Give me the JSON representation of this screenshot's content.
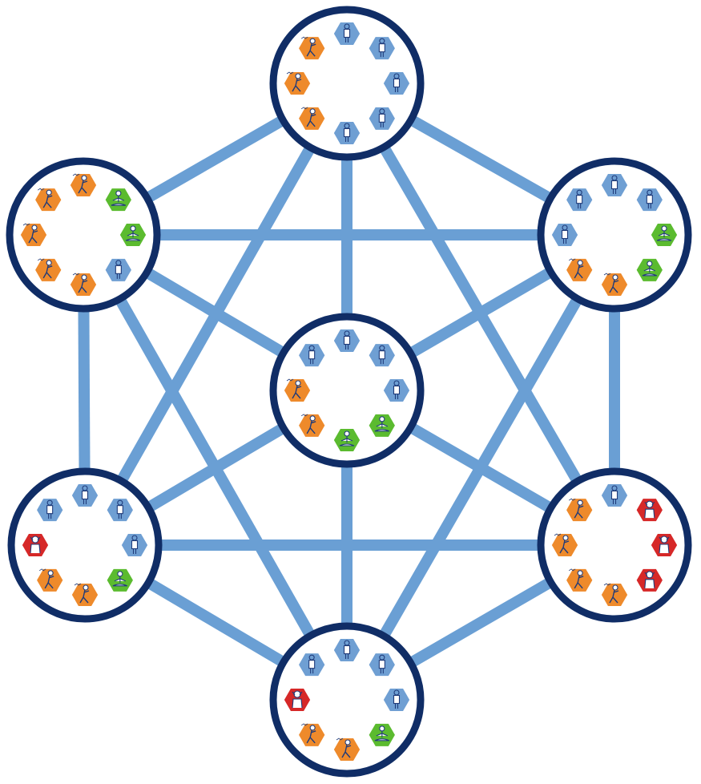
{
  "colors": {
    "edge": "#6a9fd4",
    "ring": "#102d66",
    "background": "#ffffff",
    "standing": "#6f9fd3",
    "walking": "#ee8a2b",
    "meditating": "#5bbb2f",
    "stressed": "#d62828"
  },
  "figure_icons": {
    "standing": "standing-person-icon",
    "walking": "walking-person-icon",
    "meditating": "meditating-person-icon",
    "stressed": "stressed-person-icon"
  },
  "nodes": [
    {
      "id": "top",
      "members": [
        "standing",
        "standing",
        "standing",
        "standing",
        "standing",
        "walking",
        "walking",
        "walking"
      ]
    },
    {
      "id": "upper-left",
      "members": [
        "walking",
        "meditating",
        "meditating",
        "standing",
        "walking",
        "walking",
        "walking",
        "walking"
      ]
    },
    {
      "id": "upper-right",
      "members": [
        "standing",
        "standing",
        "meditating",
        "meditating",
        "walking",
        "walking",
        "standing",
        "standing"
      ]
    },
    {
      "id": "center",
      "members": [
        "standing",
        "standing",
        "standing",
        "meditating",
        "meditating",
        "walking",
        "walking",
        "standing"
      ]
    },
    {
      "id": "lower-left",
      "members": [
        "standing",
        "standing",
        "standing",
        "meditating",
        "walking",
        "walking",
        "stressed",
        "standing"
      ]
    },
    {
      "id": "lower-right",
      "members": [
        "standing",
        "stressed",
        "stressed",
        "stressed",
        "walking",
        "walking",
        "walking",
        "walking"
      ]
    },
    {
      "id": "bottom",
      "members": [
        "standing",
        "standing",
        "standing",
        "meditating",
        "walking",
        "walking",
        "stressed",
        "standing"
      ]
    }
  ],
  "edges": [
    [
      "top",
      "upper-left"
    ],
    [
      "top",
      "upper-right"
    ],
    [
      "top",
      "center"
    ],
    [
      "top",
      "lower-left"
    ],
    [
      "top",
      "lower-right"
    ],
    [
      "upper-left",
      "upper-right"
    ],
    [
      "upper-left",
      "center"
    ],
    [
      "upper-left",
      "lower-left"
    ],
    [
      "upper-left",
      "bottom"
    ],
    [
      "upper-right",
      "center"
    ],
    [
      "upper-right",
      "lower-right"
    ],
    [
      "upper-right",
      "bottom"
    ],
    [
      "center",
      "lower-left"
    ],
    [
      "center",
      "lower-right"
    ],
    [
      "center",
      "bottom"
    ],
    [
      "lower-left",
      "lower-right"
    ],
    [
      "lower-left",
      "bottom"
    ],
    [
      "lower-right",
      "bottom"
    ]
  ]
}
